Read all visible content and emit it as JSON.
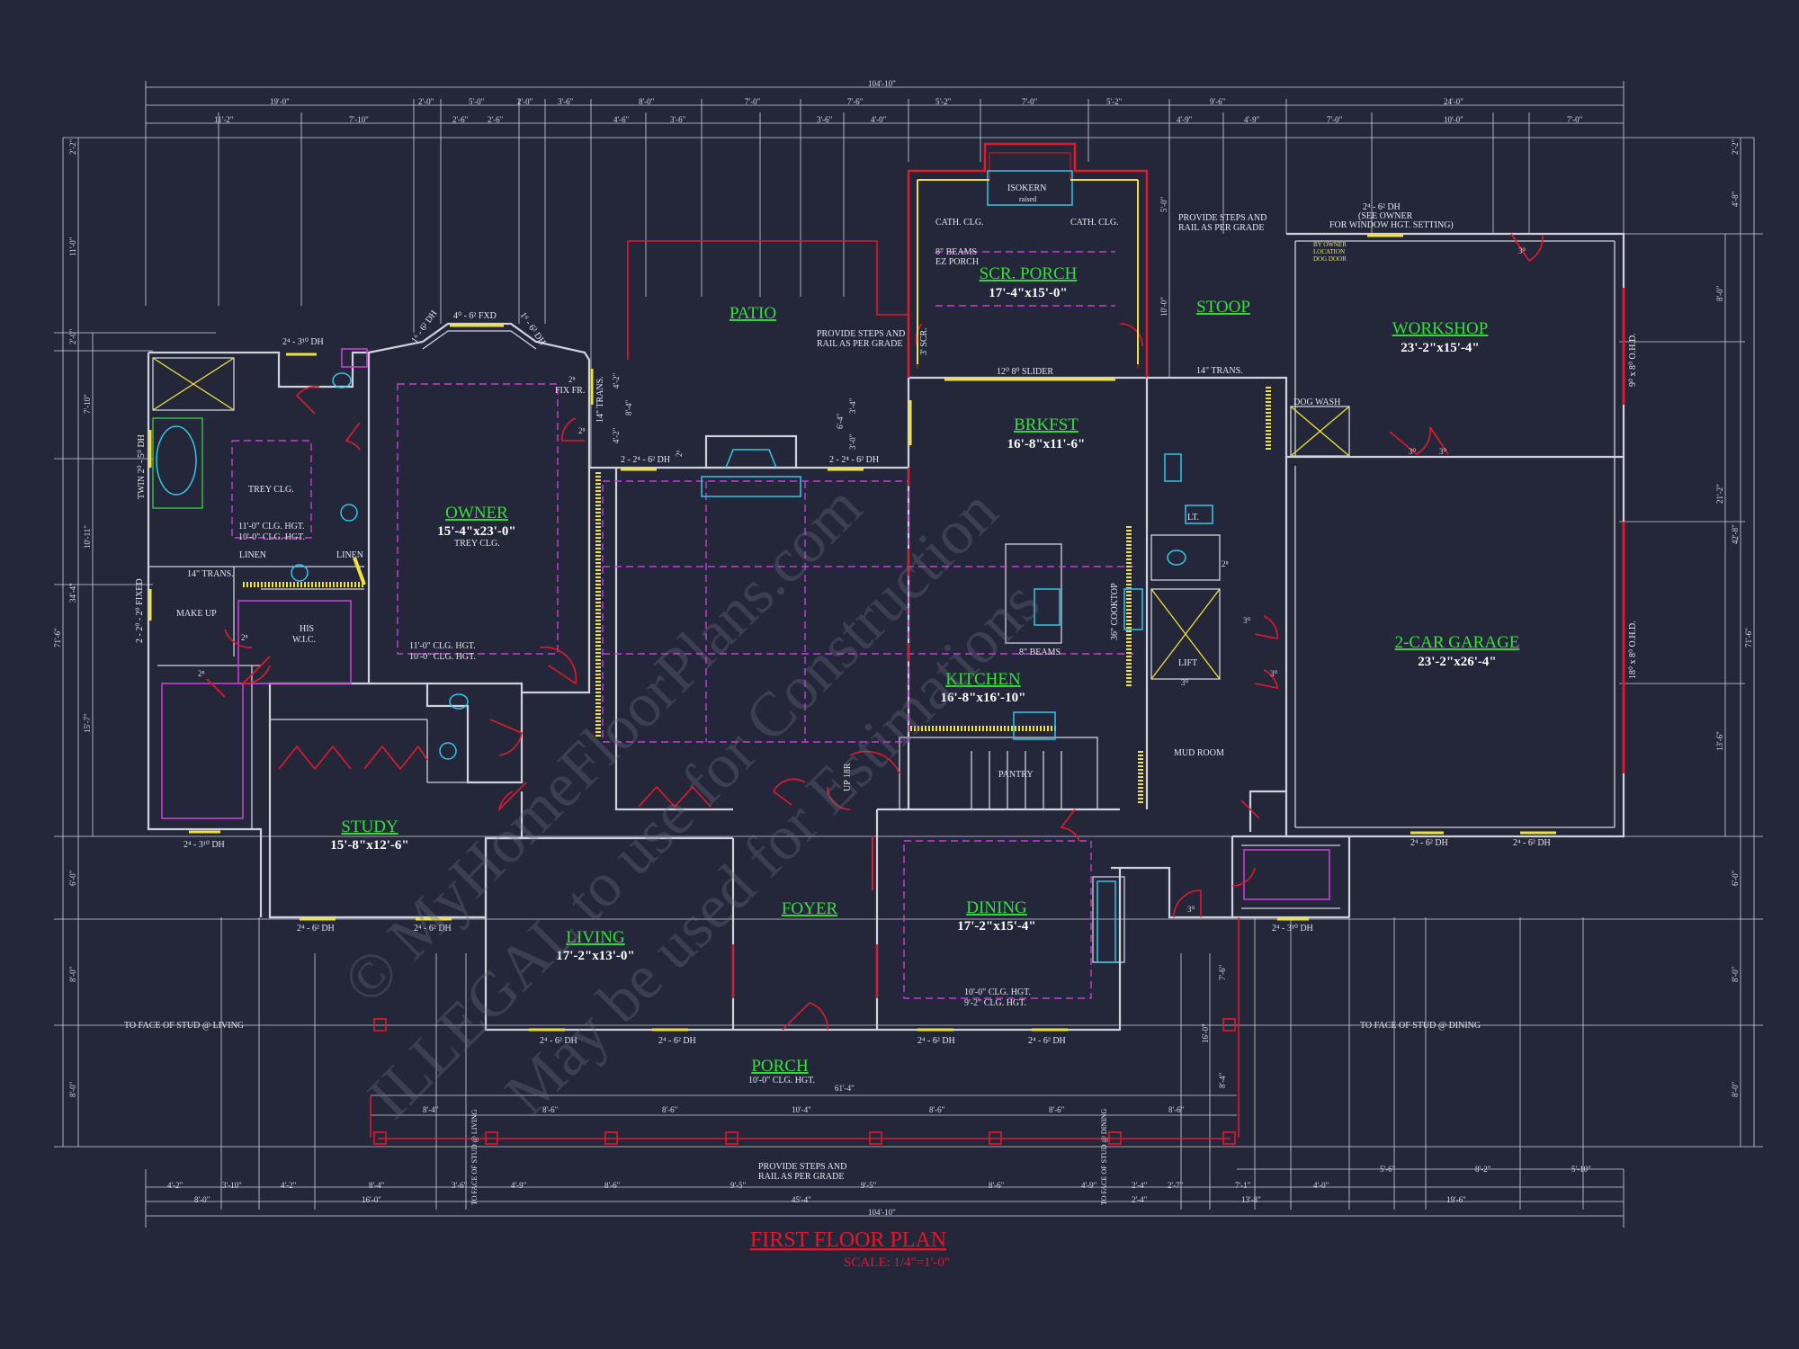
{
  "plan": {
    "title": "FIRST FLOOR PLAN",
    "scale": "SCALE: 1/4\"=1'-0\""
  },
  "watermark": {
    "line1": "© MyHomeFloorPlans.com",
    "line2": "ILLEGAL to use for Construction",
    "line3": "May be used for Estimations"
  },
  "rooms": {
    "scr_porch": {
      "name": "SCR. PORCH",
      "size": "17'-4\"x15'-0\""
    },
    "patio": {
      "name": "PATIO"
    },
    "stoop": {
      "name": "STOOP"
    },
    "workshop": {
      "name": "WORKSHOP",
      "size": "23'-2\"x15'-4\""
    },
    "owner": {
      "name": "OWNER",
      "size": "15'-4\"x23'-0\"",
      "note": "TREY CLG."
    },
    "brkfst": {
      "name": "BRKFST",
      "size": "16'-8\"x11'-6\""
    },
    "kitchen": {
      "name": "KITCHEN",
      "size": "16'-8\"x16'-10\""
    },
    "garage": {
      "name": "2-CAR GARAGE",
      "size": "23'-2\"x26'-4\""
    },
    "study": {
      "name": "STUDY",
      "size": "15'-8\"x12'-6\""
    },
    "living": {
      "name": "LIVING",
      "size": "17'-2\"x13'-0\""
    },
    "foyer": {
      "name": "FOYER"
    },
    "dining": {
      "name": "DINING",
      "size": "17'-2\"x15'-4\""
    },
    "porch": {
      "name": "PORCH",
      "note": "10'-0\" CLG. HGT."
    }
  },
  "notes": {
    "isokern": "ISOKERN",
    "raised": "raised",
    "cath_clg_1": "CATH. CLG.",
    "cath_clg_2": "CATH. CLG.",
    "beams_ez": "8\" BEAMS",
    "ez_porch": "EZ PORCH",
    "steps_stoop_1": "PROVIDE STEPS AND",
    "steps_stoop_2": "RAIL AS PER GRADE",
    "dh_owner_1": "2⁴ - 6² DH",
    "dh_owner_2": "(SEE OWNER",
    "dh_owner_3": "FOR WINDOW HGT. SETTING)",
    "by_owner_1": "BY OWNER",
    "by_owner_2": "LOCATION",
    "by_owner_3": "DOG DOOR",
    "steps_patio_1": "PROVIDE STEPS AND",
    "steps_patio_2": "RAIL AS PER GRADE",
    "slider": "12⁰ 8⁰ SLIDER",
    "trans_14_stoop": "14\" TRANS.",
    "dog_wash": "DOG WASH",
    "ohd_top": "9⁰ x 8⁰ O.H.D.",
    "ohd_bottom": "18⁰ x 8⁰ O.H.D.",
    "trey_clg_bath": "TREY CLG.",
    "clg_bath_1": "11'-0\" CLG. HGT.",
    "clg_bath_2": "10'-0\" CLG. HGT.",
    "linen_1": "LINEN",
    "linen_2": "LINEN",
    "trans_14_bath": "14\" TRANS.",
    "make_up": "MAKE UP",
    "his": "HIS",
    "wic": "W.I.C.",
    "clg_owner_1": "11'-0\" CLG. HGT.",
    "clg_owner_2": "10'-0\" CLG. HGT.",
    "fix_fr": "FIX FR.",
    "trans_14_owner": "14\" TRANS.",
    "dh_top_bath": "2⁴ - 3¹⁰ DH",
    "fxd_bay": "4⁰ - 6² FXD",
    "dh_bay_left": "1⁶ - 6² DH",
    "dh_bay_right": "1⁶ - 6² DH",
    "twin_dh": "TWIN 2⁰ - 5⁰ DH",
    "fixed_left": "2 - 2⁰ - 2⁰ FIXED",
    "dh_patio_left": "2 - 2⁴ - 6² DH",
    "dh_patio_right": "2 - 2⁴ - 6² DH",
    "cooktop": "36\" COOKTOP",
    "beams_kitchen": "8\" BEAMS",
    "lt": "LT.",
    "lift": "LIFT",
    "up_18r": "UP 18R",
    "pantry": "PANTRY",
    "mud_room": "MUD ROOM",
    "dh_wic_bottom": "2⁴ - 3¹⁰ DH",
    "dh_study_1": "2⁴ - 6² DH",
    "dh_study_2": "2⁴ - 6² DH",
    "dh_living_1": "2⁴ - 6² DH",
    "dh_living_2": "2⁴ - 6² DH",
    "dh_dining_1": "2⁴ - 6² DH",
    "dh_dining_2": "2⁴ - 6² DH",
    "dh_garage_1": "2⁴ - 6² DH",
    "dh_garage_2": "2⁴ - 6² DH",
    "dh_mud": "2⁴ - 3¹⁰ DH",
    "clg_dining_1": "10'-0\" CLG. HGT.",
    "clg_dining_2": "9'-2\" CLG. HGT.",
    "face_stud_living": "TO FACE OF STUD @ LIVING",
    "face_stud_dining": "TO FACE OF STUD @ DINING",
    "steps_porch_1": "PROVIDE STEPS AND",
    "steps_porch_2": "RAIL AS PER GRADE",
    "face_stud_v_living": "TO FACE OF STUD @ LIVING",
    "face_stud_v_dining": "TO FACE OF STUD @ DINING",
    "scr_3": "3' SCR."
  },
  "dims_top": {
    "overall": "104'-10\"",
    "row1": [
      "19'-0\"",
      "2'-0\"",
      "5'-0\"",
      "2'-0\"",
      "3'-6\"",
      "8'-0\"",
      "7'-0\"",
      "7'-6\"",
      "5'-2\"",
      "7'-0\"",
      "5'-2\"",
      "9'-6\"",
      "24'-0\""
    ],
    "row2": [
      "11'-2\"",
      "7'-10\"",
      "2'-6\"",
      "2'-6\"",
      "4'-6\"",
      "3'-6\"",
      "3'-6\"",
      "4'-0\"",
      "4'-9\"",
      "4'-9\"",
      "7'-0\"",
      "10'-0\"",
      "7'-0\""
    ]
  },
  "dims_bottom": {
    "overall": "104'-10\"",
    "porch_overall": "61'-4\"",
    "porch_row": [
      "8'-4\"",
      "8'-6\"",
      "8'-6\"",
      "10'-4\"",
      "8'-6\"",
      "8'-6\"",
      "8'-6\""
    ],
    "row1": [
      "4'-2\"",
      "3'-10\"",
      "4'-2\"",
      "8'-4\"",
      "3'-6\"",
      "4'-9\"",
      "8'-6\"",
      "9'-5\"",
      "9'-5\"",
      "8'-6\"",
      "4'-9\"",
      "2'-4\"",
      "2'-7\"",
      "7'-1\"",
      "4'-0\"",
      "5'-6\"",
      "8'-2\"",
      "5'-10\""
    ],
    "row2": [
      "8'-0\"",
      "16'-0\"",
      "45'-4\"",
      "2'-4\"",
      "13'-8\"",
      "19'-6\""
    ]
  },
  "dims_left": [
    "2'-2\"",
    "11'-0\"",
    "2'-0\"",
    "7'-10\"",
    "10'-11\"",
    "15'-7\"",
    "34'-4\"",
    "71'-6\"",
    "6'-0\"",
    "8'-0\"",
    "8'-0\""
  ],
  "dims_right": [
    "2'-2\"",
    "4'-8\"",
    "8'-0\"",
    "21'-2\"",
    "42'-8\"",
    "13'-6\"",
    "71'-6\"",
    "6'-0\"",
    "8'-0\"",
    "8'-0\""
  ],
  "dims_misc": {
    "stoop_v1": "5'-0\"",
    "stoop_v2": "10'-0\"",
    "patio_v1": "4'-2\"",
    "patio_v2": "8'-4\"",
    "patio_v3": "4'-2\"",
    "center_v1": "3'-4\"",
    "center_v2": "6'-4\"",
    "center_v3": "3'-0\"",
    "porch_v1": "16'-0\"",
    "porch_v2": "7'-6\"",
    "porch_v3": "8'-4\"",
    "door_2_a": "2⁸",
    "door_2_b": "2⁸",
    "door_2_c": "2⁸",
    "door_2_d": "2⁸",
    "door_2_e": "2⁸",
    "door_3_a": "3⁰",
    "door_3_b": "3⁰",
    "door_3_c": "3⁰",
    "door_3_d": "3⁰",
    "door_3_e": "3⁰",
    "door_3_f": "3⁰",
    "door_3_g": "3⁰",
    "door_2_6": "2⁶"
  },
  "colors": {
    "background": "#232739",
    "walls": "#cfd2dc",
    "room_label": "#36e03a",
    "title": "#e5162a",
    "framing": "#e01a2a",
    "ceiling_dashed": "#c53fd6",
    "window": "#f2e13a",
    "fixture": "#33c6e8"
  }
}
